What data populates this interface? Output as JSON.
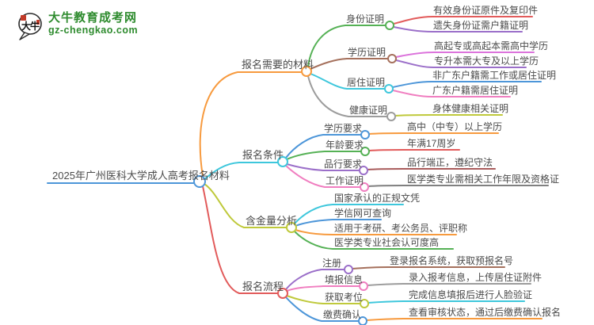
{
  "logo": {
    "title": "大牛教育成考网",
    "domain": "gz-chengkao.com",
    "icon_text": "大牛"
  },
  "palette": {
    "blue": "#4D96D9",
    "orange": "#F79A3E",
    "cyan": "#3EC7DC",
    "olive": "#BFC93B",
    "red": "#E25B5B",
    "green": "#55B155",
    "brown": "#A5705C",
    "purple": "#9B6FC9",
    "orchid": "#DC74DC",
    "pink": "#F07EC0",
    "gray": "#9C9C9C",
    "darkgray": "#808080",
    "darkred": "#A85B5B",
    "text": "#4B4B4B",
    "brand": "#2E8B2E",
    "seal_red": "#C23A28"
  },
  "mindmap": {
    "root": {
      "label": "2025年广州医科大学成人高考报名材料"
    },
    "branches": [
      {
        "label": "报名需要的材料",
        "children": [
          {
            "label": "身份证明",
            "leaves": [
              "有效身份证原件及复印件",
              "遗失身份证需户籍证明"
            ]
          },
          {
            "label": "学历证明",
            "leaves": [
              "高起专或高起本需高中学历",
              "专升本需大专及以上学历"
            ]
          },
          {
            "label": "居住证明",
            "leaves": [
              "非广东户籍需工作或居住证明",
              "广东户籍需居住证明"
            ]
          },
          {
            "label": "健康证明",
            "leaves": [
              "身体健康相关证明"
            ]
          }
        ]
      },
      {
        "label": "报名条件",
        "children": [
          {
            "label": "学历要求",
            "leaves": [
              "高中（中专）以上学历"
            ]
          },
          {
            "label": "年龄要求",
            "leaves": [
              "年满17周岁"
            ]
          },
          {
            "label": "品行要求",
            "leaves": [
              "品行端正，遵纪守法"
            ]
          },
          {
            "label": "工作证明",
            "leaves": [
              "医学类专业需相关工作年限及资格证"
            ]
          }
        ]
      },
      {
        "label": "含金量分析",
        "leaves": [
          "国家承认的正规文凭",
          "学信网可查询",
          "适用于考研、考公务员、评职称",
          "医学类专业社会认可度高"
        ]
      },
      {
        "label": "报名流程",
        "children": [
          {
            "label": "注册",
            "leaves": [
              "登录报名系统，获取预报名号"
            ]
          },
          {
            "label": "填报信息",
            "leaves": [
              "录入报考信息，上传居住证附件"
            ]
          },
          {
            "label": "获取考位",
            "leaves": [
              "完成信息填报后进行人脸验证"
            ]
          },
          {
            "label": "缴费确认",
            "leaves": [
              "查看审核状态，通过后缴费确认报名"
            ]
          }
        ]
      }
    ]
  }
}
